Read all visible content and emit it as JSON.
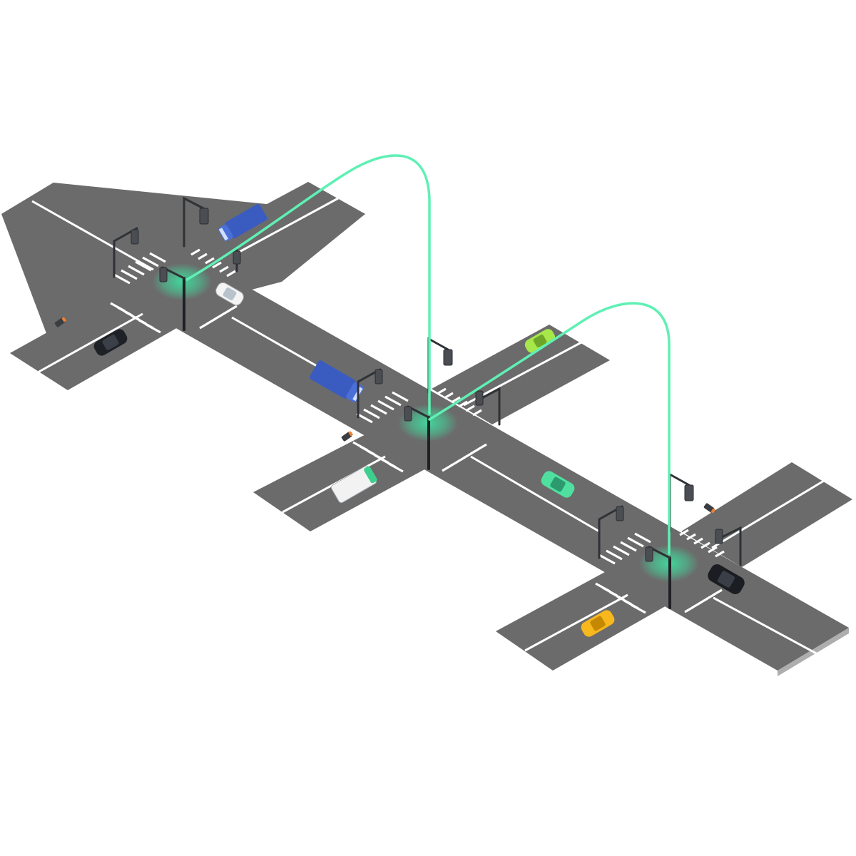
{
  "scene": {
    "description_visible_text": "",
    "colors": {
      "road": "#6b6b6b",
      "lane_marking": "#ffffff",
      "connection_link": "#5ff0b4",
      "glow": "#3ee0a0",
      "pole": "#2f3236"
    },
    "intersections": [
      {
        "id": "intersection-1",
        "vehicles": [
          "blue-truck",
          "white-car",
          "black-car"
        ]
      },
      {
        "id": "intersection-2",
        "vehicles": [
          "blue-truck",
          "white-van",
          "lime-car",
          "green-car"
        ]
      },
      {
        "id": "intersection-3",
        "vehicles": [
          "black-suv",
          "yellow-car"
        ]
      }
    ],
    "icons": [
      "traffic-light-icon",
      "street-lamp-icon",
      "camera-icon",
      "signal-link-icon"
    ]
  }
}
